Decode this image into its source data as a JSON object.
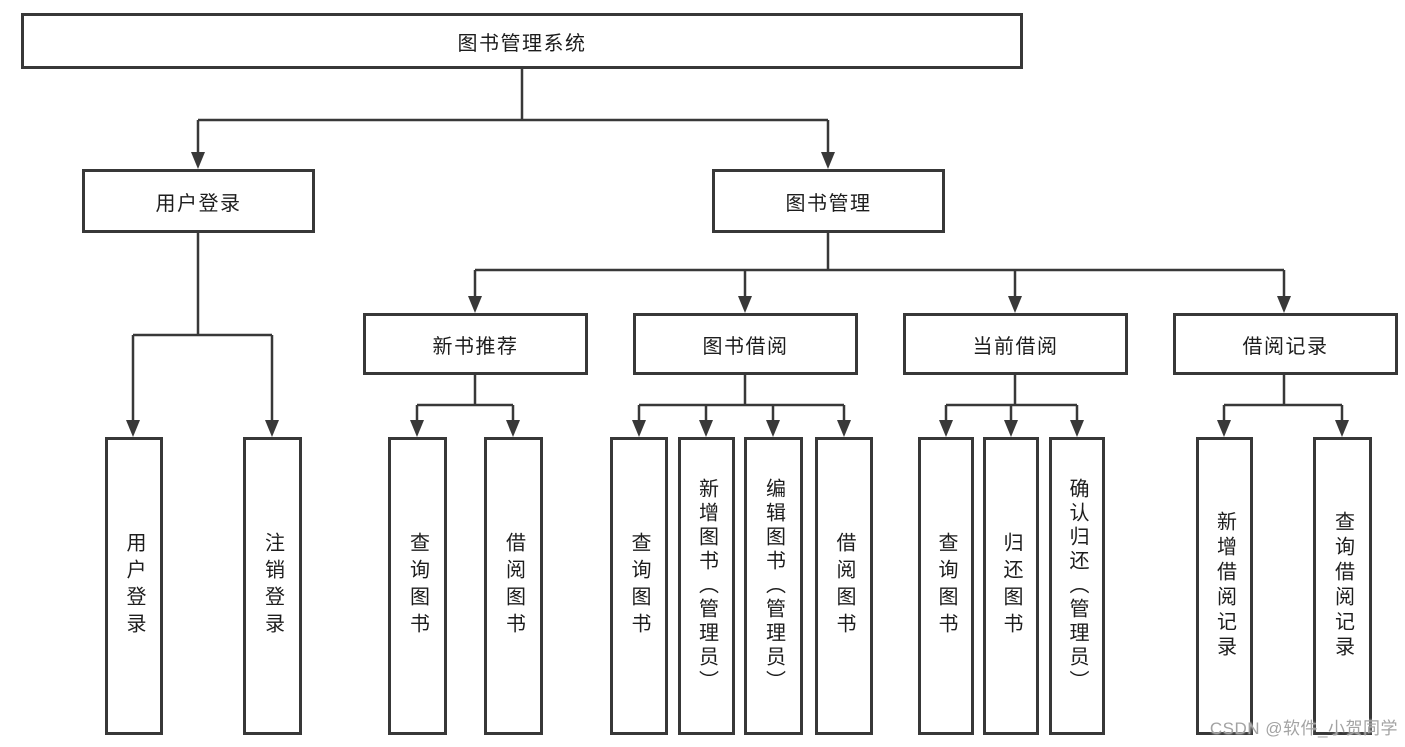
{
  "diagram": {
    "root": "图书管理系统",
    "branches": [
      {
        "label": "用户登录",
        "children": [
          "用户登录",
          "注销登录"
        ]
      },
      {
        "label": "图书管理",
        "sections": [
          {
            "label": "新书推荐",
            "children": [
              "查询图书",
              "借阅图书"
            ]
          },
          {
            "label": "图书借阅",
            "children": [
              "查询图书",
              "新增图书（管理员）",
              "编辑图书（管理员）",
              "借阅图书"
            ]
          },
          {
            "label": "当前借阅",
            "children": [
              "查询图书",
              "归还图书",
              "确认归还（管理员）"
            ]
          },
          {
            "label": "借阅记录",
            "children": [
              "新增借阅记录",
              "查询借阅记录"
            ]
          }
        ]
      }
    ]
  },
  "colors": {
    "line": "#383838",
    "text": "#1d1d1d",
    "watermark": "#a3a3a3"
  },
  "watermark": "CSDN @软件_小贺同学"
}
